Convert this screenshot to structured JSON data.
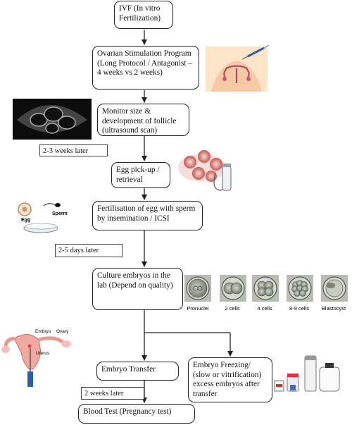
{
  "steps": {
    "ivf": "IVF (In vitro Fertilization)",
    "stimulation": "Ovarian Stimulation Program (Long Protocol / Antagonist – 4 weeks vs 2 weeks)",
    "monitor": "Monitor size & development of follicle (ultrasound scan)",
    "pickup": "Egg pick-up / retrieval",
    "fertilisation": "Fertilisation of egg with sperm by insemination / ICSI",
    "culture": "Culture embryos in the lab (Depend on quality)",
    "transfer": "Embryo Transfer",
    "freezing": "Embryo Freezing/ (slow or vitrification) excess embryos after transfer",
    "blood_test": "Blood Test (Pregnancy test)"
  },
  "notes": {
    "weeks_2_3": "2-3 weeks later",
    "days_2_5": "2-5 days later",
    "weeks_2": "2 weeks later"
  },
  "images": {
    "egg_sperm": {
      "egg": "Egg",
      "sperm": "Sperm"
    },
    "embryo_stages": [
      "Pronuclei",
      "2 cells",
      "4 cells",
      "8-9 cells",
      "Blastocyst"
    ],
    "uterus": {
      "embryo": "Embryo",
      "ovary": "Ovary",
      "uterus": "Uterus"
    }
  }
}
